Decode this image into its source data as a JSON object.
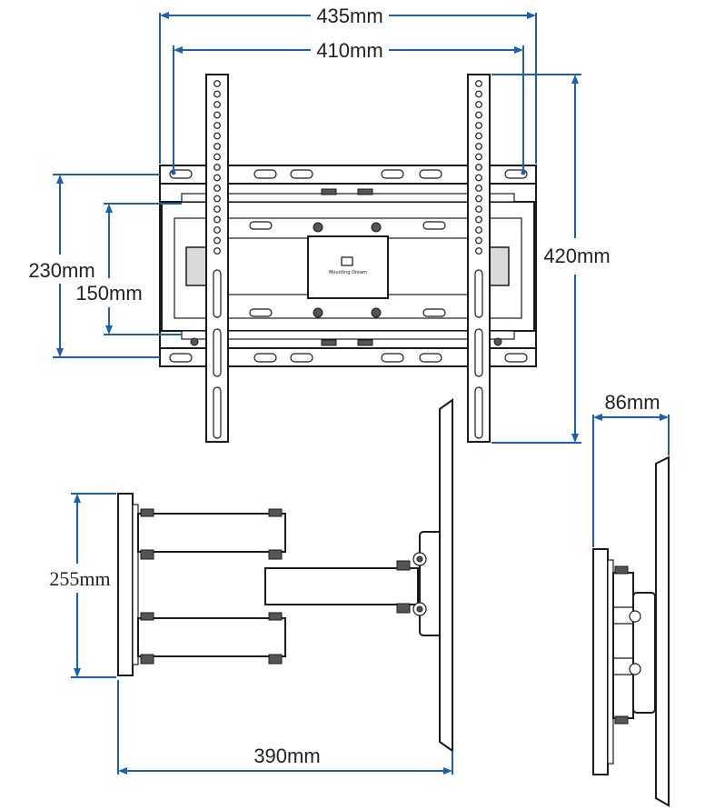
{
  "dimensions": {
    "overall_width": "435mm",
    "vesa_width": "410mm",
    "arm_height": "420mm",
    "wall_plate_height": "230mm",
    "wall_plate_inner": "150mm",
    "profile_depth": "86mm",
    "side_height": "255mm",
    "max_extension": "390mm"
  },
  "logo": {
    "line1": "Mounting Dream"
  },
  "colors": {
    "dimension_line": "#1a5fb4",
    "drawing_line": "#1a1a1a"
  }
}
